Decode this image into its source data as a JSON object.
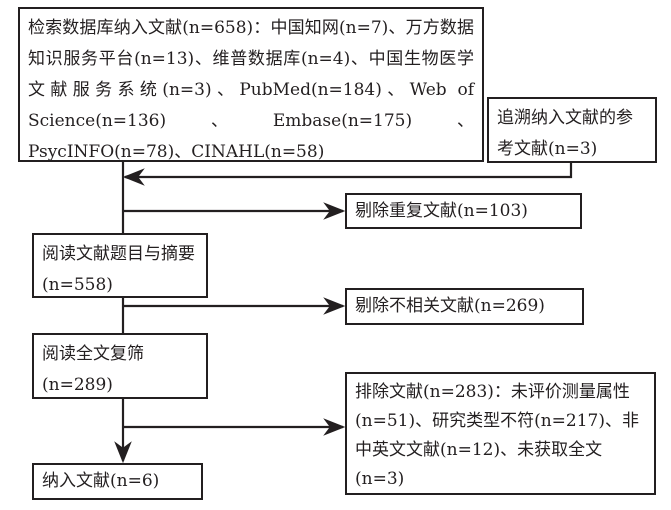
{
  "boxes": {
    "search": "检索数据库纳入文献(n=658)：中国知网(n=7)、万方数据知识服务平台(n=13)、维普数据库(n=4)、中国生物医学文献服务系统(n=3)、PubMed(n=184)、Web of Science(n=136)、Embase(n=175)、PsycINFO(n=78)、CINAHL(n=58)",
    "references": "追溯纳入文献的参考文献(n=3)",
    "duplicates": "剔除重复文献(n=103)",
    "title_abstract": "阅读文献题目与摘要(n=558)",
    "irrelevant": "剔除不相关文献(n=269)",
    "fulltext": "阅读全文复筛(n=289)",
    "excluded": "排除文献(n=283)：未评价测量属性(n=51)、研究类型不符(n=217)、非中英文文献(n=12)、未获取全文(n=3)",
    "included": "纳入文献(n=6)"
  }
}
